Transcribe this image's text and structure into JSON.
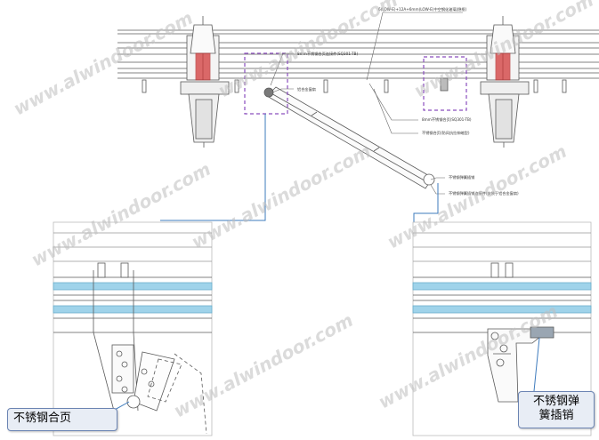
{
  "watermark": {
    "text": "www.alwindoor.com"
  },
  "notes": {
    "top_spec": "6(LOW-E)+12A+6mm(LOW-E)中空钢化玻璃(隐框)",
    "label_1": "8mm不锈钢合页连接件(SQ301-TB)",
    "label_2": "铝合金窗扇",
    "label_3": "8mm不锈钢合页(SQ301-TB)",
    "label_4": "不锈钢合页(防风抗拉伸缩型)",
    "label_5": "不锈钢弹簧插销",
    "label_6": "不锈钢弹簧插销连接件(安装于铝合金窗扇)"
  },
  "callouts": {
    "left": "不锈钢合页",
    "right_line1": "不锈钢弹",
    "right_line2": "簧插销"
  },
  "colors": {
    "line": "#5a5a5a",
    "accent_red": "#d23a3a",
    "dashed_purple": "#8a4dbd",
    "glass_blue": "#9fd3ea",
    "leader_blue": "#3e7bbd",
    "callout_border": "#6b84b3",
    "callout_bg": "#e8edf5"
  }
}
